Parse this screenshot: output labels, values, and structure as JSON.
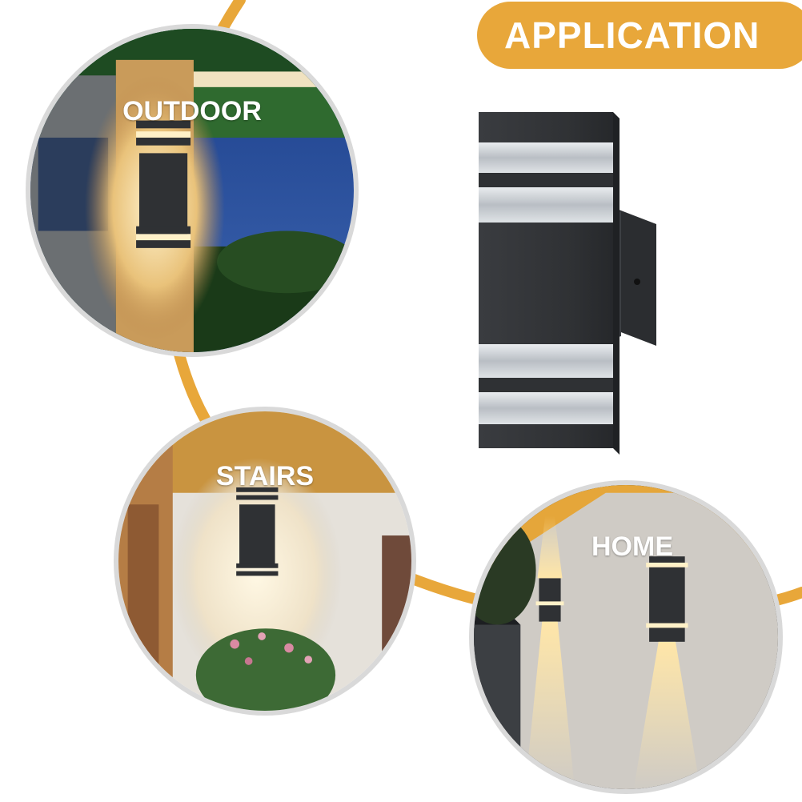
{
  "heading": {
    "text": "APPLICATION"
  },
  "scenes": [
    {
      "label": "OUTDOOR"
    },
    {
      "label": "STAIRS"
    },
    {
      "label": "HOME"
    }
  ],
  "colors": {
    "accent": "#e8a73a",
    "circle_border": "#d9d9d9",
    "fixture_body": "#2f3134",
    "warm_light": "#ffe9b8"
  }
}
